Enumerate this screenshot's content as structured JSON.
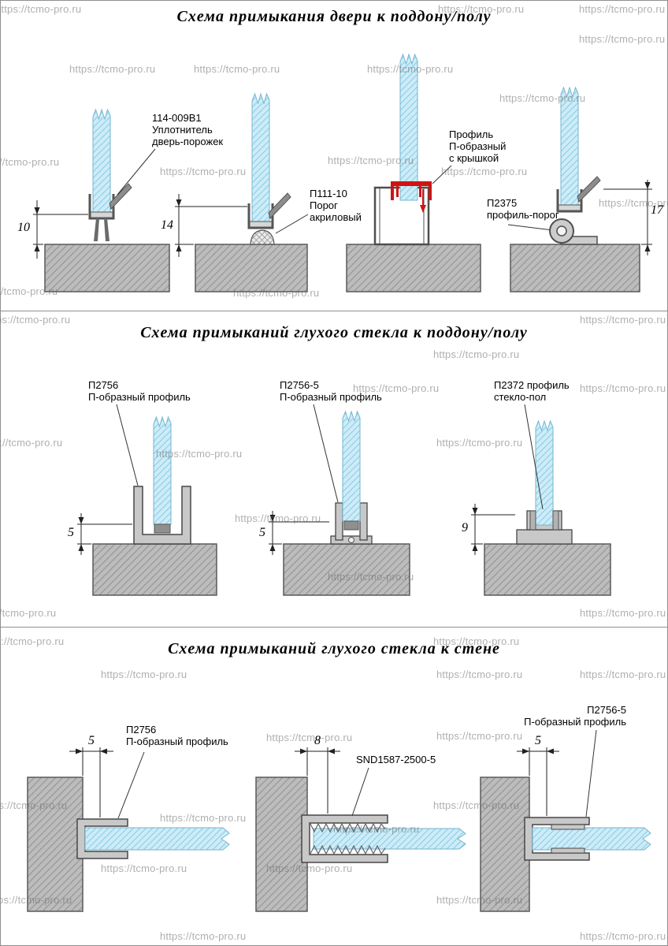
{
  "watermark": {
    "text": "https://tcmo-pro.ru",
    "positions": [
      [
        -6,
        4
      ],
      [
        556,
        4
      ],
      [
        735,
        4
      ],
      [
        735,
        42
      ],
      [
        88,
        80
      ],
      [
        246,
        80
      ],
      [
        466,
        80
      ],
      [
        634,
        117
      ],
      [
        -34,
        198
      ],
      [
        203,
        210
      ],
      [
        416,
        196
      ],
      [
        560,
        210
      ],
      [
        760,
        250
      ],
      [
        -36,
        362
      ],
      [
        296,
        364
      ],
      [
        -20,
        398
      ],
      [
        736,
        398
      ],
      [
        550,
        442
      ],
      [
        448,
        485
      ],
      [
        736,
        485
      ],
      [
        -30,
        554
      ],
      [
        198,
        568
      ],
      [
        554,
        554
      ],
      [
        298,
        650
      ],
      [
        416,
        724
      ],
      [
        -38,
        770
      ],
      [
        736,
        770
      ],
      [
        -28,
        806
      ],
      [
        550,
        806
      ],
      [
        128,
        848
      ],
      [
        554,
        848
      ],
      [
        736,
        848
      ],
      [
        338,
        928
      ],
      [
        554,
        926
      ],
      [
        -24,
        1014
      ],
      [
        203,
        1030
      ],
      [
        550,
        1014
      ],
      [
        423,
        1044
      ],
      [
        128,
        1094
      ],
      [
        338,
        1094
      ],
      [
        -18,
        1134
      ],
      [
        554,
        1134
      ],
      [
        203,
        1180
      ],
      [
        736,
        1180
      ]
    ]
  },
  "colors": {
    "glass_fill": "#cdecf8",
    "concrete_fill": "#bcbcbc",
    "accent_red": "#cf1414"
  },
  "sections": [
    {
      "title": "Схема примыкания двери к поддону/полу",
      "labels": {
        "seal": [
          "114-009B1",
          "Уплотнитель",
          "дверь-порожек"
        ],
        "threshold": [
          "П111-10",
          "Порог",
          "акриловый"
        ],
        "cap": [
          "Профиль",
          "П-образный",
          "с крышкой"
        ],
        "p2375": [
          "П2375",
          "профиль-порог"
        ]
      },
      "dims": {
        "d1": "10",
        "d2": "14",
        "d4": "17"
      }
    },
    {
      "title": "Схема примыканий глухого стекла к поддону/полу",
      "labels": {
        "p2756": [
          "П2756",
          "П-образный профиль"
        ],
        "p2756_5": [
          "П2756-5",
          "П-образный профиль"
        ],
        "p2372": [
          "П2372 профиль",
          "стекло-пол"
        ]
      },
      "dims": {
        "d1": "5",
        "d2": "5",
        "d3": "9"
      }
    },
    {
      "title": "Схема примыканий глухого стекла к стене",
      "labels": {
        "p2756": [
          "П2756",
          "П-образный профиль"
        ],
        "snd": [
          "SND1587-2500-5"
        ],
        "p2756_5": [
          "П2756-5",
          "П-образный профиль"
        ]
      },
      "dims": {
        "d1": "5",
        "d2": "8",
        "d3": "5"
      }
    }
  ]
}
